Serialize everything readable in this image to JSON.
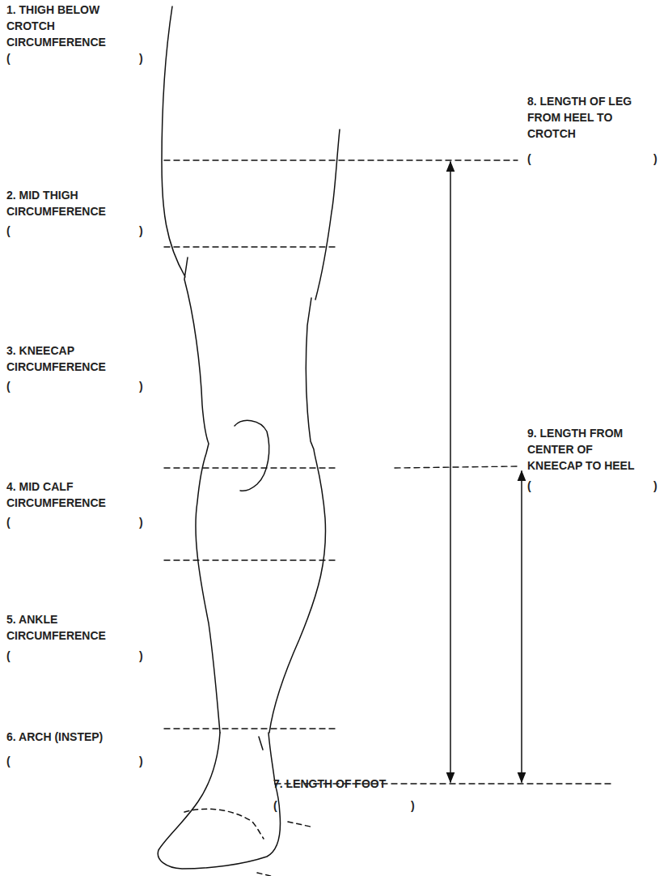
{
  "diagram": {
    "labels": [
      "1. THIGH BELOW CROTCH CIRCUMFERENCE",
      "(",
      ")",
      "2. MID THIGH CIRCUMFERENCE",
      "(",
      ")",
      "3. KNEECAP CIRCUMFERENCE",
      "(",
      ")",
      "4. MID CALF CIRCUMFERENCE",
      "(",
      ")",
      "5. ANKLE CIRCUMFERENCE",
      "(",
      ")",
      "6. ARCH (INSTEP)",
      "(",
      ")",
      "7. LENGTH OF FOOT",
      "(",
      ")",
      "8. LENGTH OF LEG FROM HEEL TO CROTCH",
      "(",
      ")",
      "9. LENGTH FROM CENTER OF KNEECAP TO HEEL",
      "(",
      ")"
    ]
  }
}
